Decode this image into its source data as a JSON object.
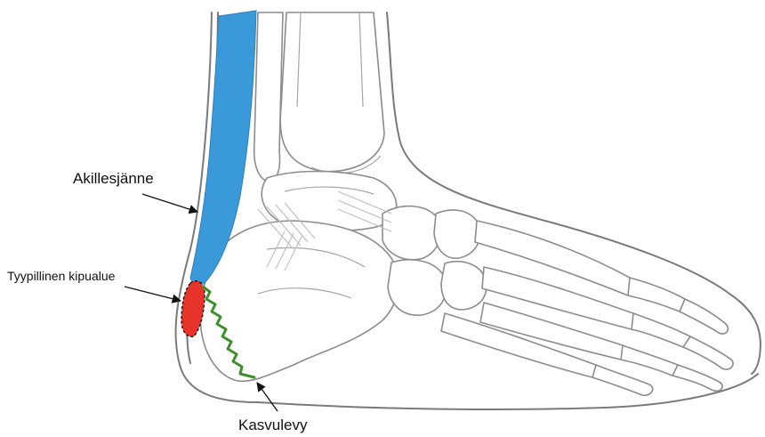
{
  "labels": {
    "achilles": "Akillesjänne",
    "pain_area": "Tyypillinen kipualue",
    "growth_plate": "Kasvulevy"
  },
  "colors": {
    "tendon": "#3a9ad9",
    "pain": "#e8332a",
    "growth_plate": "#3e8e2c",
    "outline": "#7a7a7a"
  }
}
